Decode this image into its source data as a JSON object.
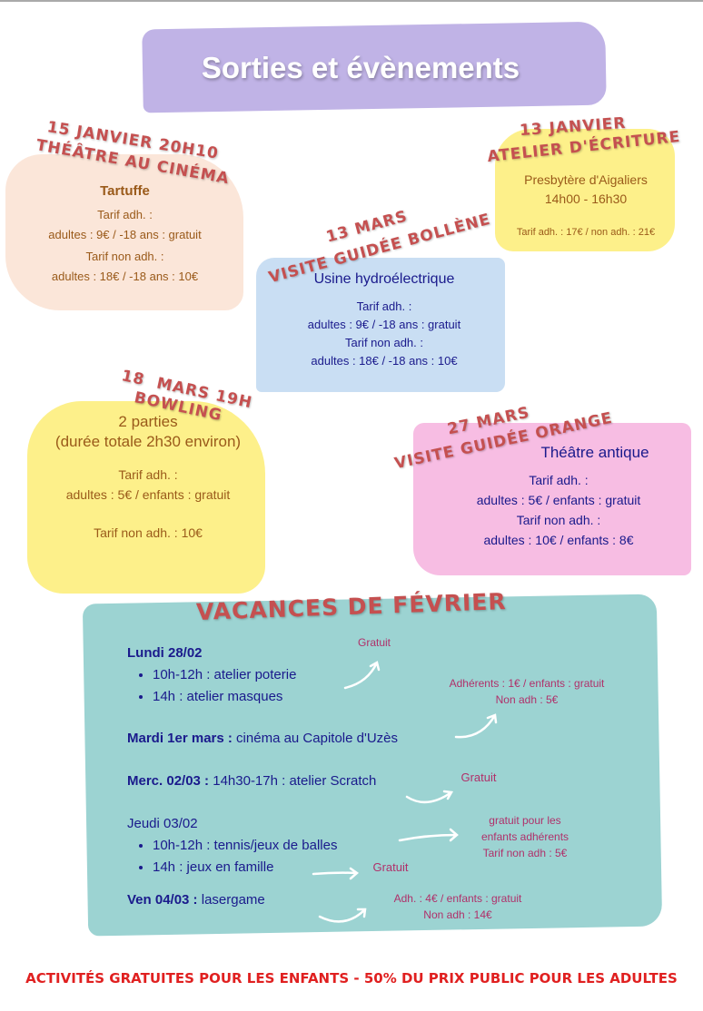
{
  "title": "Sorties et évènements",
  "e1": {
    "date": "15 janvier 20h10",
    "type": "Théâtre au cinéma",
    "name": "Tartuffe",
    "l1": "Tarif adh. :",
    "l2": "adultes : 9€ / -18 ans : gratuit",
    "l3": "Tarif non adh. :",
    "l4": "adultes : 18€ / -18 ans : 10€"
  },
  "e2": {
    "date": "13 janvier",
    "type": "Atelier d'écriture",
    "place": "Presbytère d'Aigaliers",
    "time": "14h00 - 16h30",
    "price": "Tarif adh. : 17€ /  non adh. : 21€"
  },
  "e3": {
    "date": "13 mars",
    "type": "Visite guidée Bollène",
    "name": "Usine hydroélectrique",
    "l1": "Tarif adh. :",
    "l2": "adultes : 9€ / -18 ans : gratuit",
    "l3": "Tarif non adh. :",
    "l4": "adultes : 18€ / -18 ans : 10€"
  },
  "e4": {
    "date": "18  mars 19h",
    "type": "Bowling",
    "name": "2 parties",
    "dur": "(durée totale 2h30 environ)",
    "l1": "Tarif adh. :",
    "l2": "adultes : 5€ / enfants : gratuit",
    "l3": "Tarif non adh. : 10€"
  },
  "e5": {
    "date": "27 mars",
    "type": "Visite guidée Orange",
    "name": "Théâtre antique",
    "l1": "Tarif adh. :",
    "l2": "adultes : 5€ / enfants : gratuit",
    "l3": "Tarif non adh. :",
    "l4": "adultes : 10€ / enfants : 8€"
  },
  "vac": {
    "title": "Vacances de février",
    "d1": "Lundi 28/02",
    "d1a": "10h-12h : atelier poterie",
    "d1b": "14h : atelier masques",
    "p1": "Gratuit",
    "d2b": "Mardi 1er mars :",
    "d2": " cinéma au Capitole d'Uzès",
    "p2a": "Adhérents : 1€ /  enfants : gratuit",
    "p2b": "Non adh : 5€",
    "d3b": "Merc. 02/03 :",
    "d3": " 14h30-17h : atelier Scratch",
    "p3": "Gratuit",
    "d4": "Jeudi 03/02",
    "d4a": "10h-12h : tennis/jeux de balles",
    "d4b": "14h : jeux en famille",
    "p4a": "gratuit pour les",
    "p4b": "enfants adhérents",
    "p4c": "Tarif non adh : 5€",
    "p4d": "Gratuit",
    "d5b": "Ven 04/03 :",
    "d5": " lasergame",
    "p5a": "Adh. : 4€ / enfants : gratuit",
    "p5b": "Non adh : 14€"
  },
  "footer": "Activités gratuites pour les enfants - 50% du prix public pour les adultes"
}
